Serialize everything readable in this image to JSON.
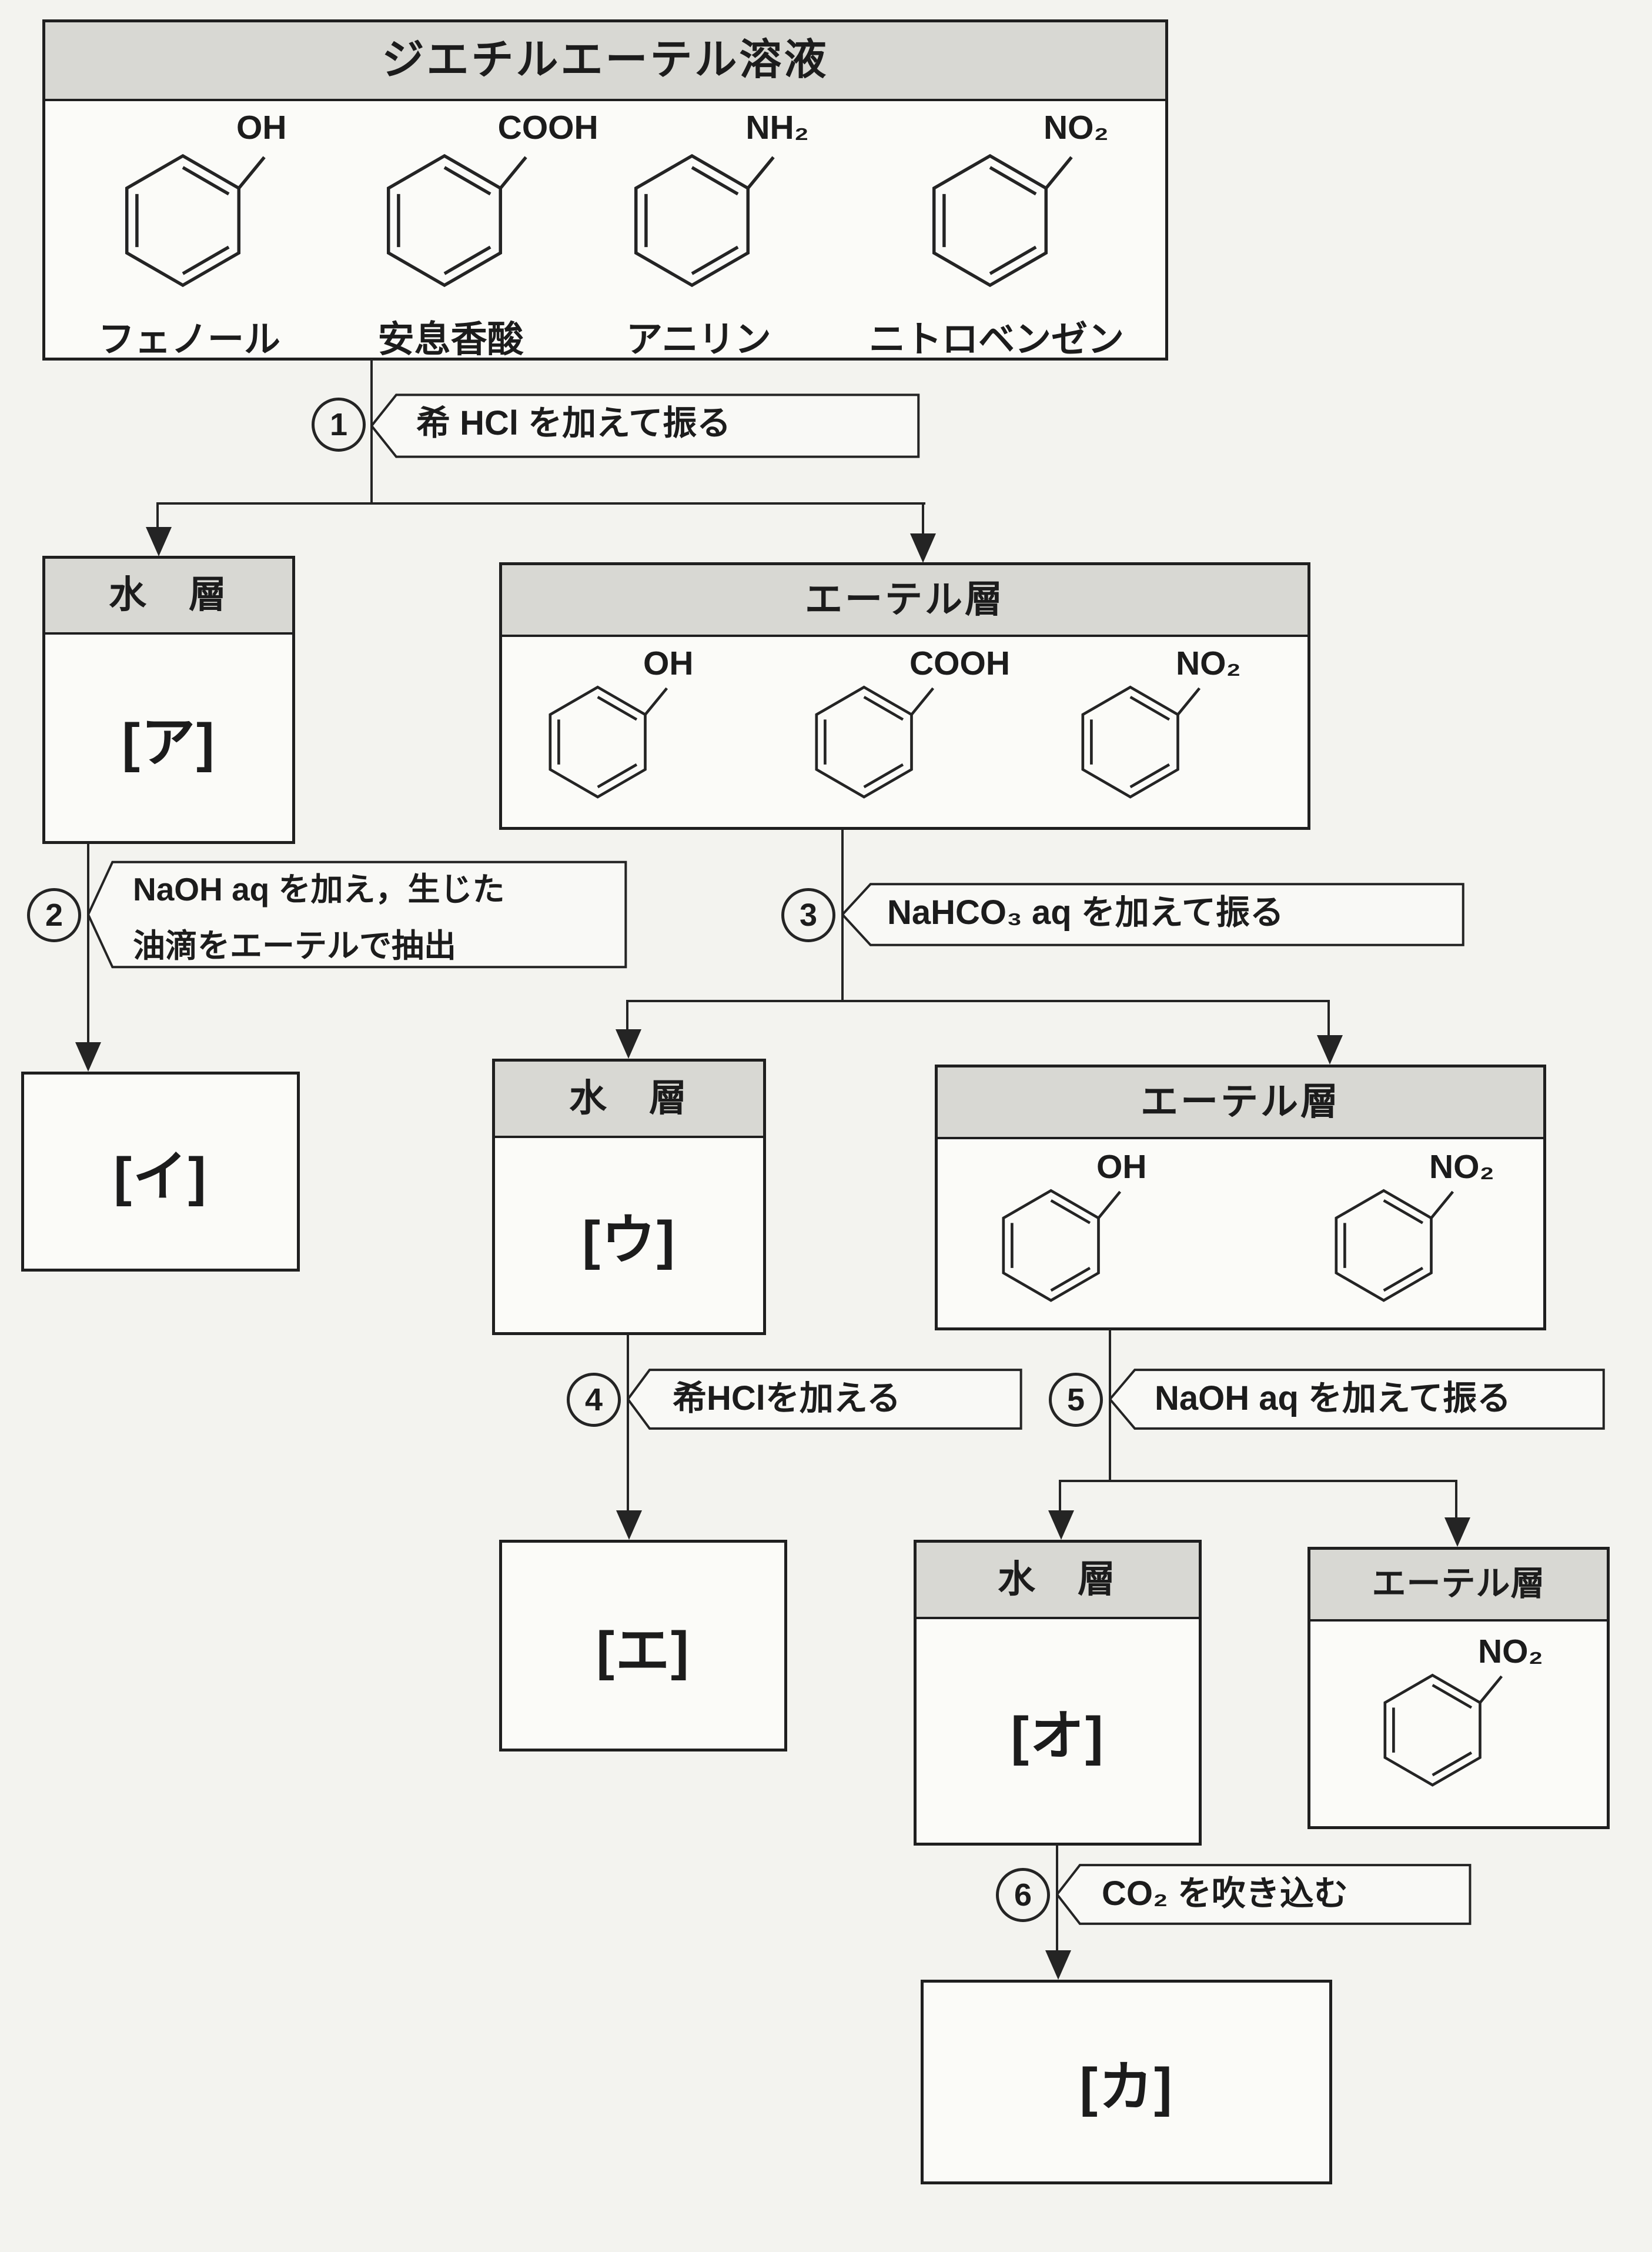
{
  "source_box": {
    "title": "ジエチルエーテル溶液",
    "compounds": [
      {
        "substituent": "OH",
        "name": "フェノール"
      },
      {
        "substituent": "COOH",
        "name": "安息香酸"
      },
      {
        "substituent": "NH₂",
        "name": "アニリン"
      },
      {
        "substituent": "NO₂",
        "name": "ニトロベンゼン"
      }
    ]
  },
  "steps": [
    {
      "number": "1",
      "label": "希 HCl を加えて振る"
    },
    {
      "number": "2",
      "lines": [
        "NaOH aq を加え，生じた",
        "油滴をエーテルで抽出"
      ]
    },
    {
      "number": "3",
      "label": "NaHCO₃ aq を加えて振る"
    },
    {
      "number": "4",
      "label": "希HClを加える"
    },
    {
      "number": "5",
      "label": "NaOH aq を加えて振る"
    },
    {
      "number": "6",
      "label": "CO₂ を吹き込む"
    }
  ],
  "boxes": {
    "aqueous1": {
      "header": "水　層",
      "content": "[ア]"
    },
    "ether1": {
      "header": "エーテル層",
      "compounds": [
        {
          "substituent": "OH"
        },
        {
          "substituent": "COOH"
        },
        {
          "substituent": "NO₂"
        }
      ]
    },
    "result_i": {
      "content": "[イ]"
    },
    "aqueous2": {
      "header": "水　層",
      "content": "[ウ]"
    },
    "ether2": {
      "header": "エーテル層",
      "compounds": [
        {
          "substituent": "OH"
        },
        {
          "substituent": "NO₂"
        }
      ]
    },
    "result_e": {
      "content": "[エ]"
    },
    "aqueous3": {
      "header": "水　層",
      "content": "[オ]"
    },
    "ether3": {
      "header": "エーテル層",
      "compounds": [
        {
          "substituent": "NO₂"
        }
      ]
    },
    "result_ka": {
      "content": "[カ]"
    }
  }
}
